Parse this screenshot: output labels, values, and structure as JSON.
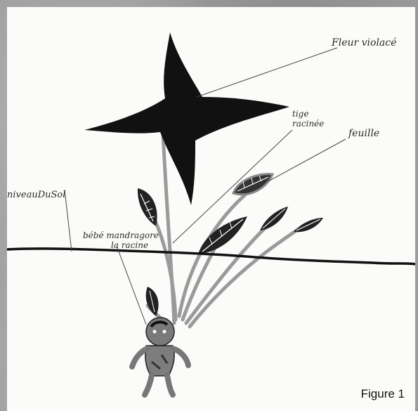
{
  "labels": {
    "flower": "Fleur violacé",
    "stem_line1": "tige",
    "stem_line2": "racinée",
    "leaf": "feuille",
    "ground": "niveauDuSol",
    "baby_line1": "bébé mandragore",
    "baby_line2": "la racine"
  },
  "caption": "Figure 1",
  "colors": {
    "ink": "#111111",
    "stem_gray": "#9a9a9a",
    "page": "#fbfbf9",
    "frame": "#9d9d9d"
  }
}
